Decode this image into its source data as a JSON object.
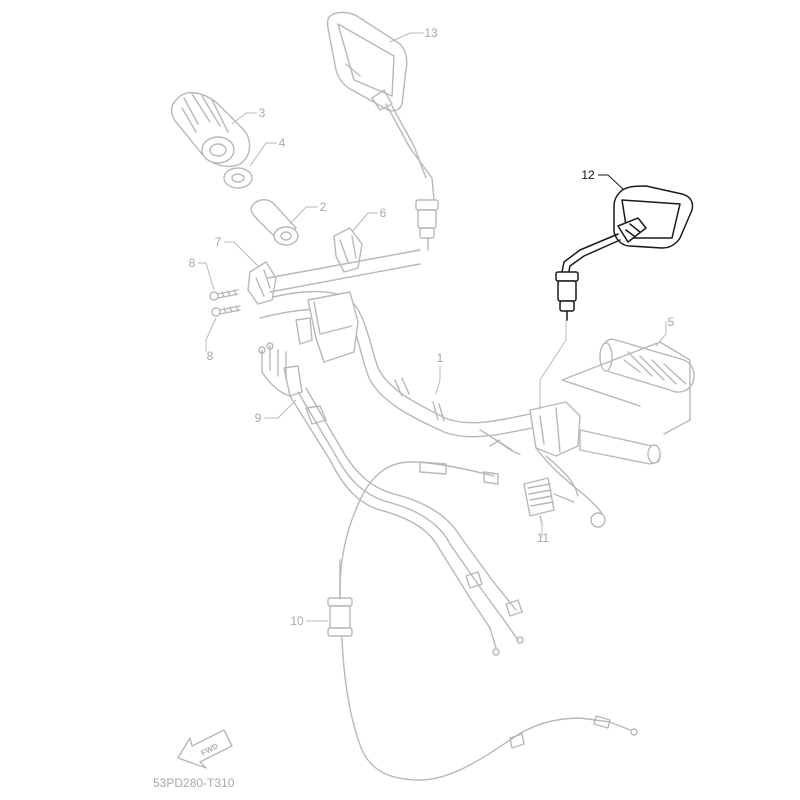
{
  "callouts": {
    "c1": "1",
    "c2": "2",
    "c3": "3",
    "c4": "4",
    "c5": "5",
    "c6": "6",
    "c7": "7",
    "c8a": "8",
    "c8b": "8",
    "c9": "9",
    "c10": "10",
    "c11": "11",
    "c12": "12",
    "c13": "13"
  },
  "fwd_label": "FWD",
  "diagram_code": "53PD280-T310",
  "colors": {
    "highlighted_part": "#1a1a1a",
    "faded_parts": "#b8b8b8",
    "background": "#ffffff"
  },
  "highlighted_part": "12"
}
